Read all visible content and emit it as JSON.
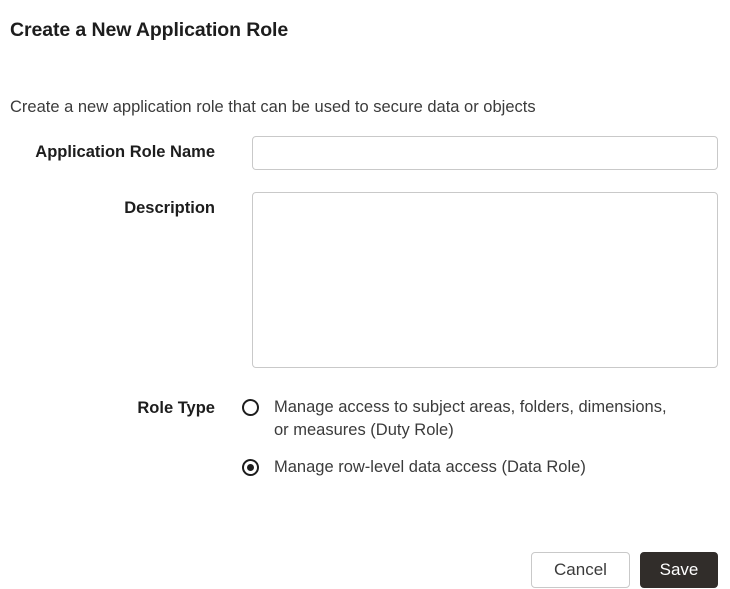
{
  "dialog": {
    "title": "Create a New Application Role",
    "subtitle": "Create a new application role that can be used to secure data or objects"
  },
  "form": {
    "role_name": {
      "label": "Application Role Name",
      "value": "",
      "placeholder": ""
    },
    "description": {
      "label": "Description",
      "value": "",
      "placeholder": ""
    },
    "role_type": {
      "label": "Role Type",
      "selected_index": 1,
      "options": [
        {
          "label": "Manage access to subject areas, folders, dimensions, or measures (Duty Role)",
          "checked": false
        },
        {
          "label": "Manage row-level data access (Data Role)",
          "checked": true
        }
      ]
    }
  },
  "actions": {
    "cancel_label": "Cancel",
    "save_label": "Save"
  },
  "colors": {
    "background": "#ffffff",
    "text_primary": "#1d1d1d",
    "text_secondary": "#3b3b3b",
    "border": "#c9c9c9",
    "primary_button_bg": "#312d2a",
    "primary_button_text": "#ffffff"
  }
}
